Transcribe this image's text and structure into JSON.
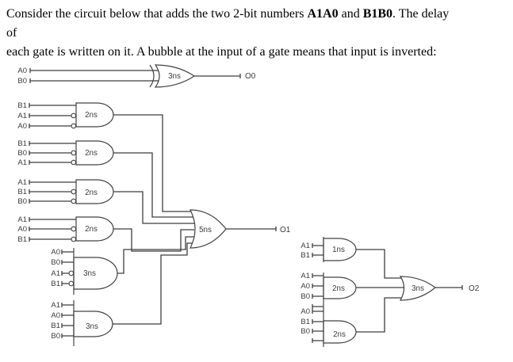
{
  "title": {
    "line1_pre": "Consider the circuit below that adds the two 2-bit numbers ",
    "line1_bold1": "A1A0",
    "line1_mid": " and ",
    "line1_bold2": "B1B0",
    "line1_post": ". The delay of",
    "line2": "each gate is written on it. A bubble at the input of a gate means that input is inverted:"
  },
  "colors": {
    "wire": "#3e3e3e",
    "label": "#3b3b3b",
    "background": "#ffffff"
  },
  "xor_gate": {
    "type": "xor",
    "delay": "3ns",
    "output": "O0",
    "inputs": [
      {
        "name": "A0",
        "inverted": false
      },
      {
        "name": "B0",
        "inverted": false
      }
    ]
  },
  "and_gates": [
    {
      "id": "g1",
      "delay": "2ns",
      "inputs": [
        {
          "name": "B1",
          "inverted": false
        },
        {
          "name": "A1",
          "inverted": true
        },
        {
          "name": "A0",
          "inverted": true
        }
      ]
    },
    {
      "id": "g2",
      "delay": "2ns",
      "inputs": [
        {
          "name": "B1",
          "inverted": false
        },
        {
          "name": "B0",
          "inverted": true
        },
        {
          "name": "A1",
          "inverted": true
        }
      ]
    },
    {
      "id": "g3",
      "delay": "2ns",
      "inputs": [
        {
          "name": "A1",
          "inverted": false
        },
        {
          "name": "B1",
          "inverted": true
        },
        {
          "name": "B0",
          "inverted": true
        }
      ]
    },
    {
      "id": "g4",
      "delay": "2ns",
      "inputs": [
        {
          "name": "A1",
          "inverted": false
        },
        {
          "name": "A0",
          "inverted": true
        },
        {
          "name": "B1",
          "inverted": true
        }
      ]
    },
    {
      "id": "g5",
      "delay": "3ns",
      "inputs": [
        {
          "name": "A0",
          "inverted": false
        },
        {
          "name": "B0",
          "inverted": false
        },
        {
          "name": "A1",
          "inverted": true
        },
        {
          "name": "B1",
          "inverted": true
        }
      ]
    },
    {
      "id": "g6",
      "delay": "3ns",
      "inputs": [
        {
          "name": "A1",
          "inverted": false
        },
        {
          "name": "A0",
          "inverted": false
        },
        {
          "name": "B1",
          "inverted": false
        },
        {
          "name": "B0",
          "inverted": false
        }
      ]
    },
    {
      "id": "g7",
      "delay": "1ns",
      "inputs": [
        {
          "name": "A1",
          "inverted": false
        },
        {
          "name": "B1",
          "inverted": false
        }
      ]
    },
    {
      "id": "g8",
      "delay": "2ns",
      "inputs": [
        {
          "name": "A1",
          "inverted": false
        },
        {
          "name": "A0",
          "inverted": false
        },
        {
          "name": "B0",
          "inverted": false
        }
      ]
    },
    {
      "id": "g9",
      "delay": "2ns",
      "inputs": [
        {
          "name": "A0",
          "inverted": false
        },
        {
          "name": "B1",
          "inverted": false
        },
        {
          "name": "B0",
          "inverted": false
        }
      ]
    }
  ],
  "or_gates": [
    {
      "id": "or1",
      "delay": "5ns",
      "output": "O1"
    },
    {
      "id": "or2",
      "delay": "3ns",
      "output": "O2"
    }
  ],
  "outputs": {
    "o0": "O0",
    "o1": "O1",
    "o2": "O2"
  }
}
